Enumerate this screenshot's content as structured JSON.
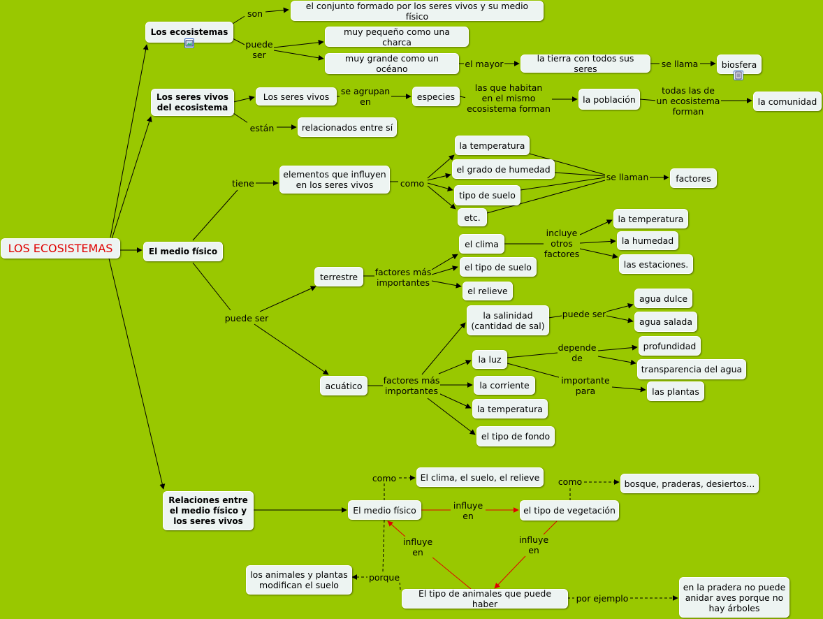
{
  "nodes": {
    "root": "LOS ECOSISTEMAS",
    "ecosistemas": "Los ecosistemas",
    "conjunto": "el conjunto formado por los seres vivos y su medio físico",
    "pequeno": "muy pequeño como una charca",
    "grande": "muy grande como un océano",
    "tierra": "la tierra con todos sus seres",
    "biosfera": "biosfera",
    "seres_eco": "Los seres vivos\ndel ecosistema",
    "seres_vivos": "Los seres vivos",
    "especies": "especies",
    "poblacion": "la población",
    "comunidad": "la comunidad",
    "relacionados": "relacionados entre sí",
    "medio": "El medio físico",
    "elementos": "elementos que influyen\nen los seres vivos",
    "temp1": "la temperatura",
    "humedad1": "el grado de humedad",
    "suelo1": "tipo de suelo",
    "etc": "etc.",
    "factores": "factores",
    "terrestre": "terrestre",
    "clima": "el clima",
    "tiposuelo": "el tipo de suelo",
    "relieve": "el relieve",
    "temp2": "la temperatura",
    "humedad2": "la humedad",
    "estaciones": "las estaciones.",
    "acuatico": "acuático",
    "salinidad": "la salinidad\n(cantidad de sal)",
    "dulce": "agua dulce",
    "salada": "agua salada",
    "luz": "la luz",
    "profundidad": "profundidad",
    "transparencia": "transparencia del agua",
    "plantas": "las plantas",
    "corriente": "la corriente",
    "temp3": "la temperatura",
    "fondo": "el tipo de fondo",
    "relaciones": "Relaciones entre\nel medio físico y\nlos seres vivos",
    "medio2": "El medio físico",
    "clima_suelo": "El clima, el suelo, el relieve",
    "vegetacion": "el tipo de vegetación",
    "bosque": "bosque, praderas, desiertos...",
    "animales": "El tipo de animales que puede haber",
    "modifican": "los animales y plantas\nmodifican el suelo",
    "pradera": "en la pradera no puede\nanidar aves porque no\nhay árboles"
  },
  "labels": {
    "son": "son",
    "puede_ser1": "puede\nser",
    "el_mayor": "el mayor",
    "se_llama": "se llama",
    "se_agrupan": "se agrupan\nen",
    "las_que": "las que habitan\nen el mismo\necosistema forman",
    "todas": "todas las de\nun ecosistema\nforman",
    "estan": "están",
    "tiene": "tiene",
    "como1": "como",
    "se_llaman": "se llaman",
    "puede_ser2": "puede ser",
    "factores_t": "factores más\nimportantes",
    "incluye": "incluye\notros\nfactores",
    "factores_a": "factores más\nimportantes",
    "puede_ser3": "puede ser",
    "depende": "depende\nde",
    "importante": "importante\npara",
    "como2": "como",
    "influye1": "influye\nen",
    "como3": "como",
    "influye2": "influye\nen",
    "influye3": "influye\nen",
    "porque": "porque",
    "por_ejemplo": "por ejemplo"
  },
  "icons": [
    "image-attachment-icon",
    "document-attachment-icon"
  ],
  "colors": {
    "background": "#99c800",
    "node": "#edf4f2",
    "root_text": "#e00000",
    "red_link": "#e00000"
  }
}
